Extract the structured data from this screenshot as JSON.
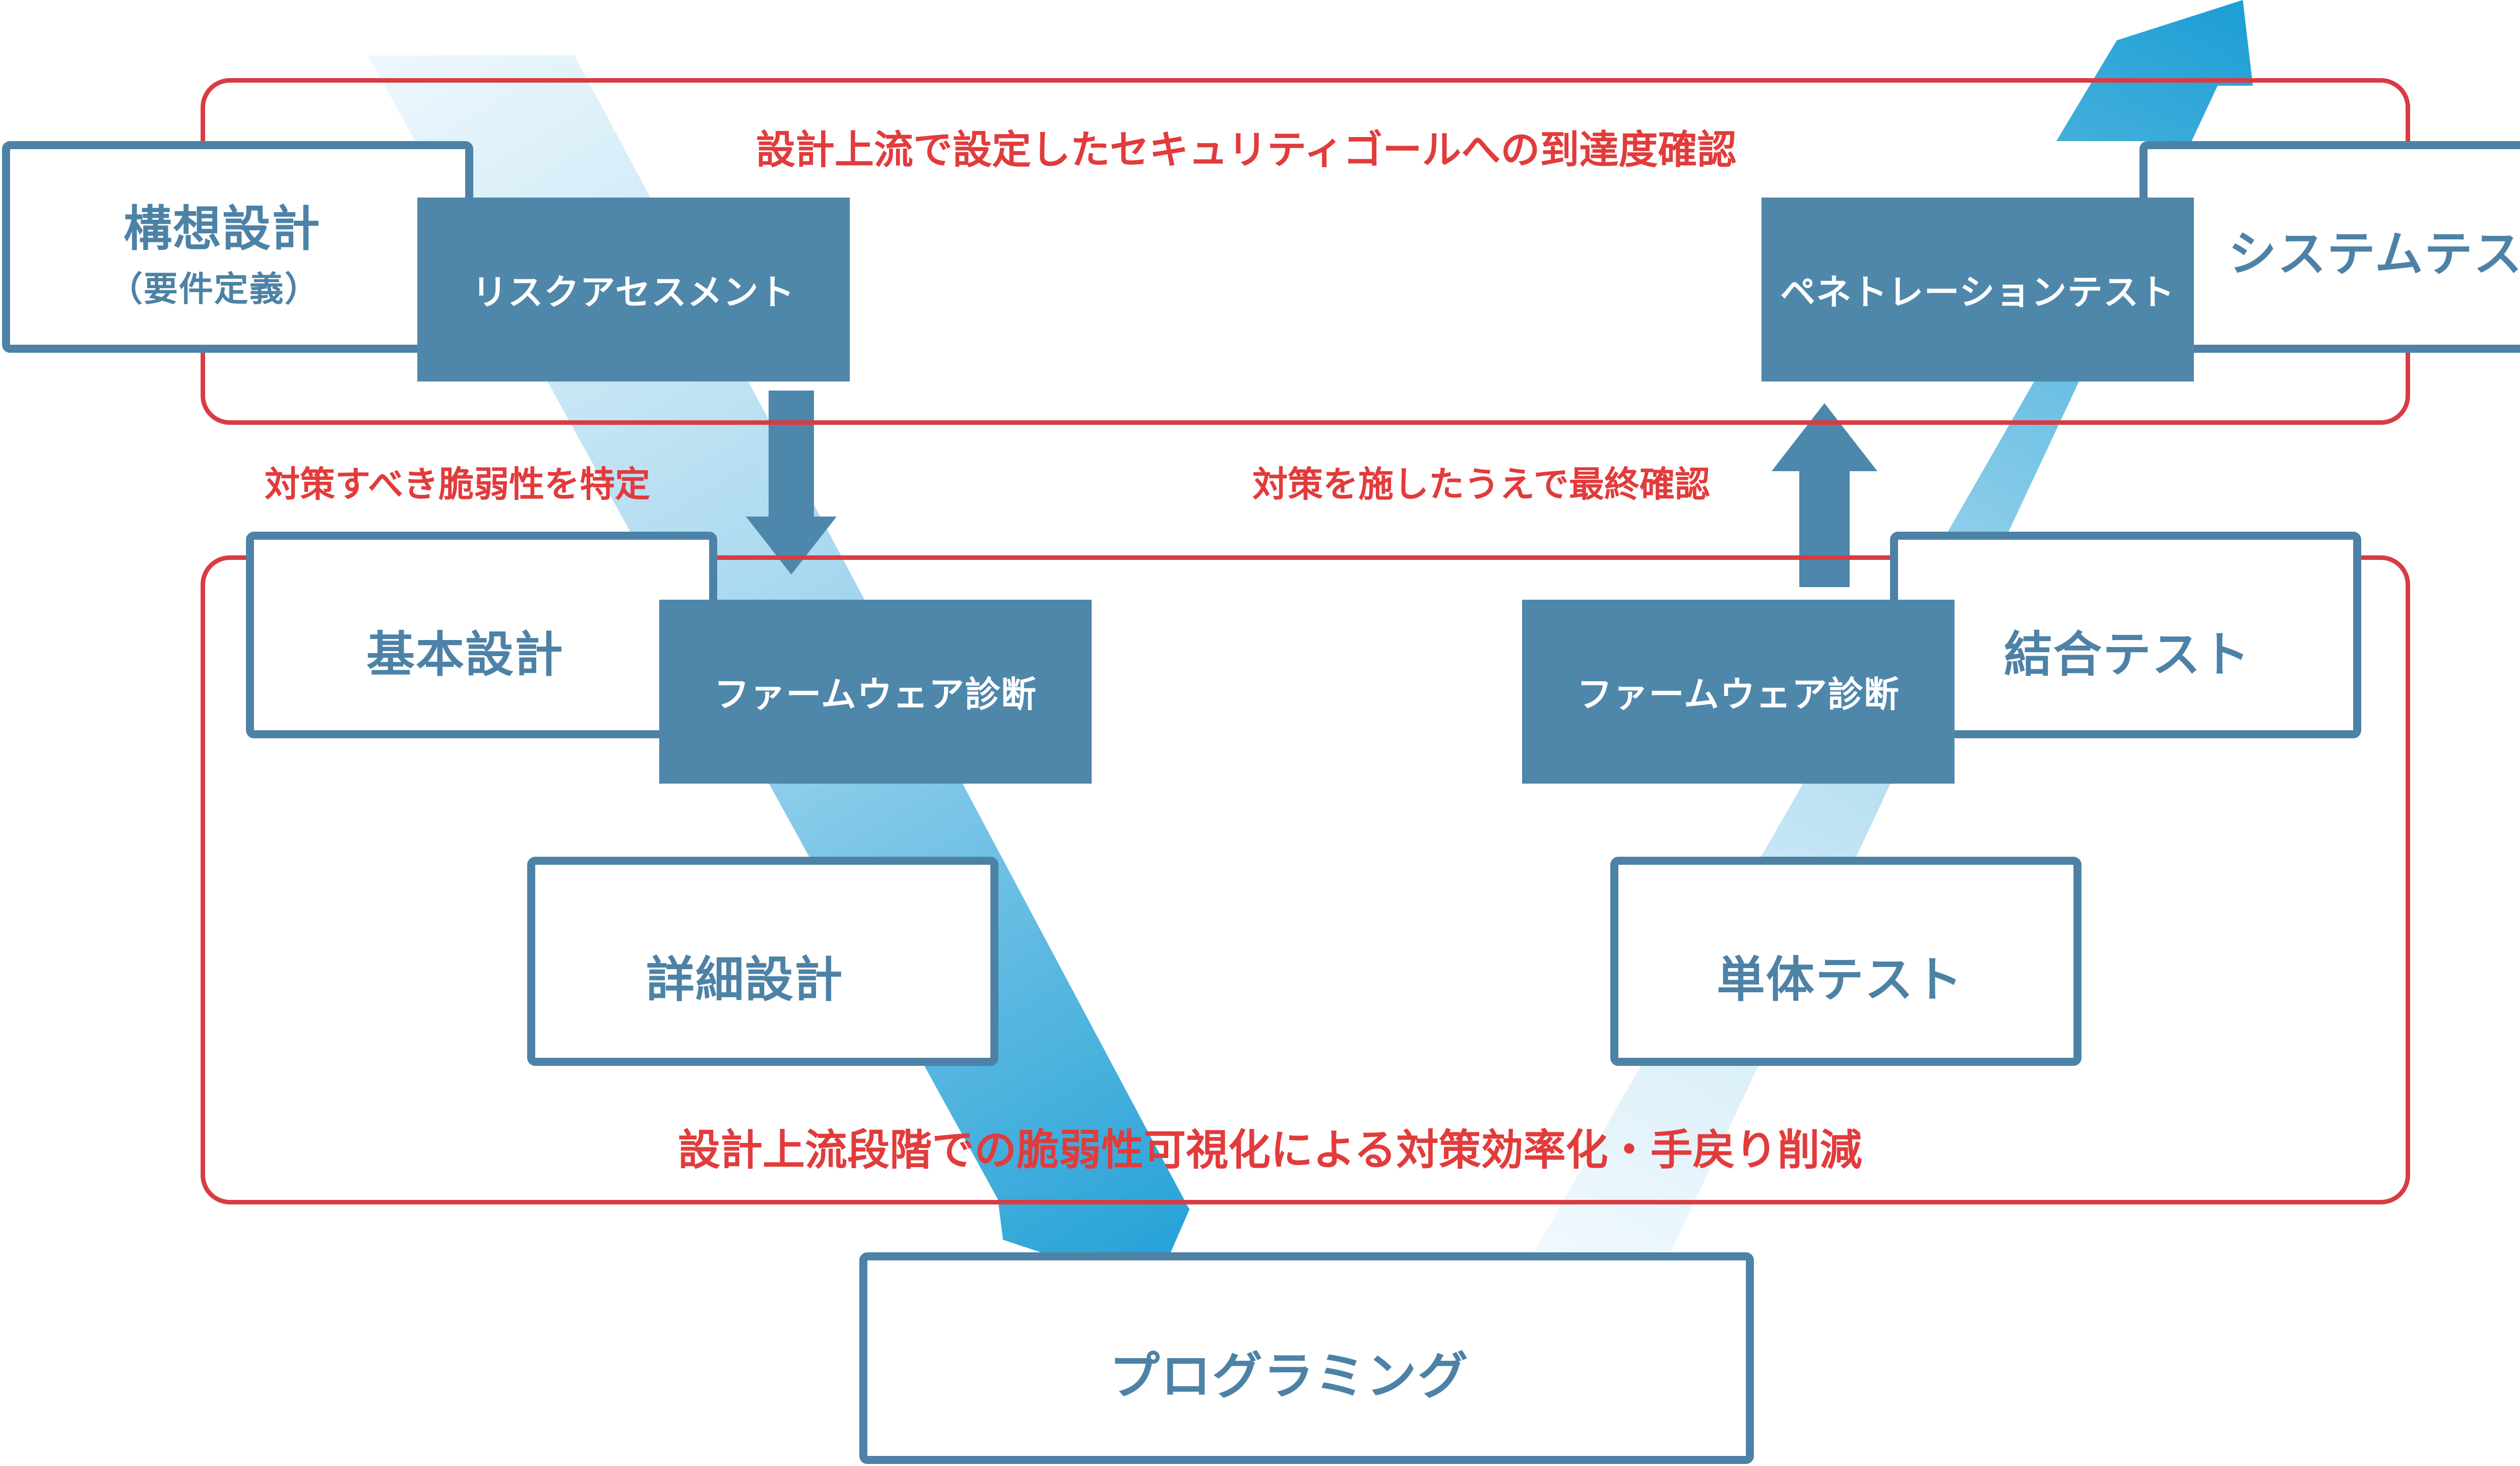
{
  "colors": {
    "frame_red": "#d83c43",
    "text_red": "#e23b3b",
    "stage_border": "#4d82a6",
    "activity_fill": "#4f87ab",
    "v_arrow_light": "#e6f4fb",
    "v_arrow_dark": "#1f9fd4",
    "dark_arrow": "#4d87ac"
  },
  "annotations": {
    "upper_goal": "設計上流で設定したセキュリティゴールへの到達度確認",
    "identify": "対策すべき脆弱性を特定",
    "final_check": "対策を施したうえで最終確認",
    "lower_goal": "設計上流段階での脆弱性可視化による対策効率化・手戻り削減"
  },
  "stages": {
    "concept_design": "構想設計",
    "concept_design_sub": "（要件定義）",
    "basic_design": "基本設計",
    "detailed_design": "詳細設計",
    "programming": "プログラミング",
    "unit_test": "単体テスト",
    "integration_test": "結合テスト",
    "system_test": "システムテスト"
  },
  "activities": {
    "risk_assessment": "リスクアセスメント",
    "firmware_left": "ファームウェア診断",
    "firmware_right": "ファームウェア診断",
    "penetration_test": "ペネトレーションテスト"
  }
}
